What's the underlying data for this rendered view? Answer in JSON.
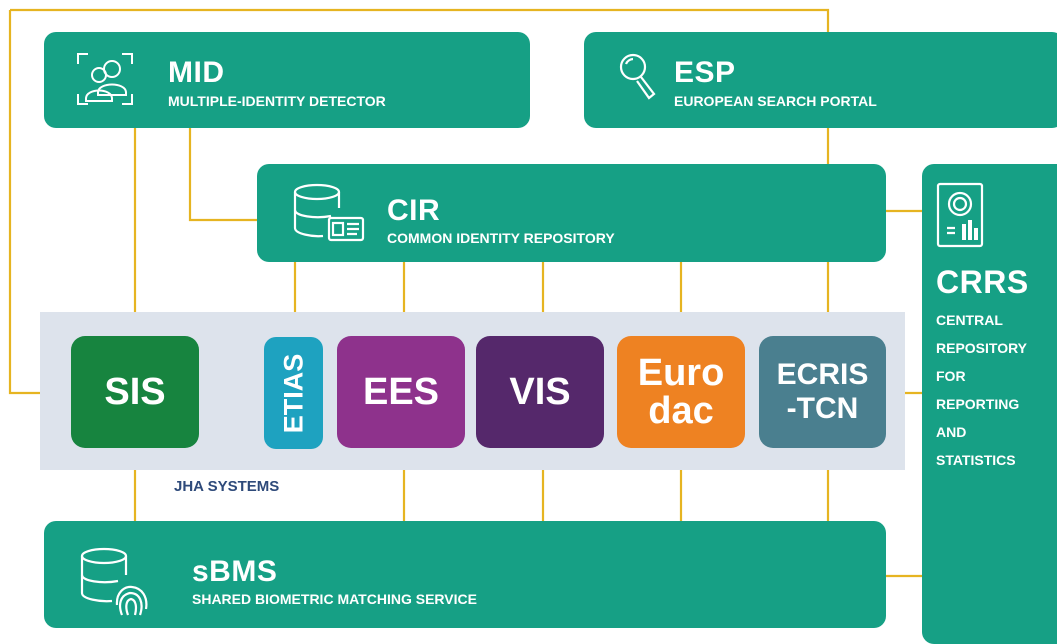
{
  "colors": {
    "teal": "#16a085",
    "line": "#e6b421",
    "sis": "#17843f",
    "etias": "#1ea2c0",
    "ees": "#8e328c",
    "vis": "#55286b",
    "eurodac": "#ee8222",
    "ecris": "#4a7f8f",
    "band": "#dde3ec",
    "jha_text": "#2e4a7a"
  },
  "mid": {
    "title": "MID",
    "subtitle": "MULTIPLE-IDENTITY DETECTOR",
    "icon": "identity-detector-icon"
  },
  "esp": {
    "title": "ESP",
    "subtitle": "EUROPEAN SEARCH PORTAL",
    "icon": "search-icon"
  },
  "cir": {
    "title": "CIR",
    "subtitle": "COMMON IDENTITY REPOSITORY",
    "icon": "database-id-card-icon"
  },
  "crrs": {
    "title": "CRRS",
    "subtitle_lines": [
      "CENTRAL",
      "REPOSITORY",
      "FOR",
      "REPORTING",
      "AND",
      "STATISTICS"
    ],
    "icon": "statistics-report-icon"
  },
  "sbms": {
    "title": "sBMS",
    "subtitle": "SHARED BIOMETRIC MATCHING SERVICE",
    "icon": "database-fingerprint-icon"
  },
  "systems": {
    "sis": "SIS",
    "etias": "ETIAS",
    "ees": "EES",
    "vis": "VIS",
    "eurodac_line1": "Euro",
    "eurodac_line2": "dac",
    "ecris_line1": "ECRIS",
    "ecris_line2": "-TCN"
  },
  "jha_label": "JHA SYSTEMS"
}
